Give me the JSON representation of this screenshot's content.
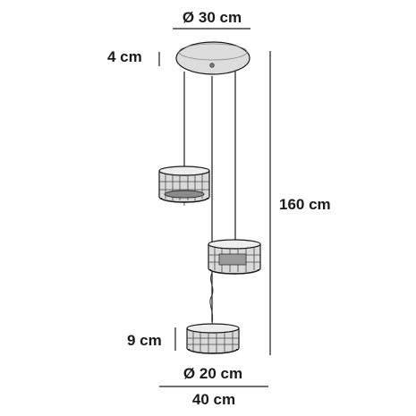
{
  "dimensions": {
    "canopy_diameter": "Ø 30 cm",
    "canopy_height": "4 cm",
    "total_height": "160 cm",
    "shade_height": "9 cm",
    "shade_diameter": "Ø 20 cm",
    "total_width": "40 cm"
  },
  "colors": {
    "line": "#1a1a1a",
    "canopy": "#dcdcdc",
    "shade_fill": "#d9d9d9",
    "shade_dark": "#555555"
  }
}
